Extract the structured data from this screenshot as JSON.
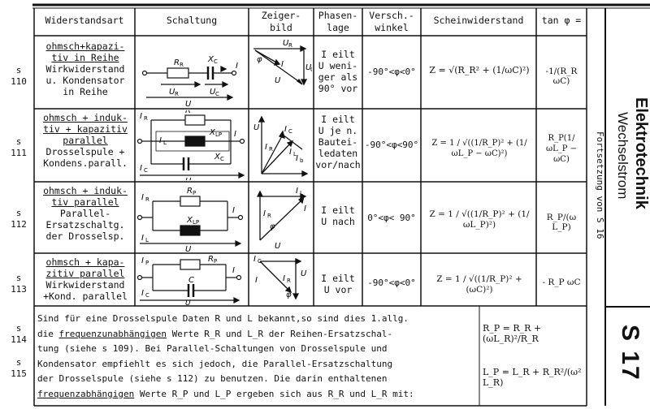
{
  "headers": {
    "art": "Widerstandsart",
    "schaltung": "Schaltung",
    "zeiger": "Zeiger-\nbild",
    "phasen": "Phasen-\nlage",
    "versch": "Versch.-\nwinkel",
    "schein": "Scheinwiderstand",
    "tan": "tan φ ="
  },
  "rows": [
    {
      "sec": "s",
      "num": "110",
      "art_ul": "ohmsch+kapazi-\ntiv in Reihe",
      "art_rest": "Wirkwiderstand\nu. Kondensator\nin Reihe",
      "phase": "I eilt\nU weni-\nger als\n90° vor",
      "winkel": "-90°<φ<0°",
      "schein": "Z = √(R_R² + (1/ωC)²)",
      "tan": "-1/(R_R ωC)"
    },
    {
      "sec": "s",
      "num": "111",
      "art_ul": "ohmsch + induk-\ntiv + kapazitiv\nparallel",
      "art_rest": "Drosselspule +\nKondens.parall.",
      "phase": "I eilt\nU je n.\nBautei-\nledaten\nvor/nach",
      "winkel": "-90°<φ<90°",
      "schein": "Z = 1 / √((1/R_P)² + (1/ωL_P − ωC)²)",
      "tan": "R_P(1/ωL_P − ωC)"
    },
    {
      "sec": "s",
      "num": "112",
      "art_ul": "ohmsch + induk-\ntiv parallel",
      "art_rest": "Parallel-\nErsatzschaltg.\nder Drosselsp.",
      "phase": "I eilt\nU nach",
      "winkel": "0°<φ< 90°",
      "schein": "Z = 1 / √((1/R_P)² + (1/ωL_P)²)",
      "tan": "R_P/(ω L_P)"
    },
    {
      "sec": "s",
      "num": "113",
      "art_ul": "ohmsch + kapa-\nzitiv parallel",
      "art_rest": "Wirkwiderstand\n+Kond. parallel",
      "phase": "I eilt\nU vor",
      "winkel": "-90°<φ<0°",
      "schein": "Z = 1 / √((1/R_P)² + (ωC)²)",
      "tan": "- R_P ωC"
    }
  ],
  "bottom": {
    "sec114": "s",
    "num114": "114",
    "sec115": "s",
    "num115": "115",
    "line1": "Sind für eine Drosselspule Daten R und L bekannt,so sind dies 1.allg.",
    "line2a": "die ",
    "line2u": "frequenzunabhängigen",
    "line2b": " Werte R_R und L_R der Reihen-Ersatzschal-",
    "line3": "tung (siehe s 109). Bei Parallel-Schaltungen von Drosselspule und",
    "line4": "Kondensator empfiehlt es sich jedoch, die Parallel-Ersatzschaltung",
    "line5": "der Drosselspule (siehe s 112) zu benutzen. Die darin enthaltenen",
    "line6u": "frequenzabhängigen",
    "line6b": " Werte R_P und L_P ergeben sich aus R_R und L_R mit:",
    "formula1": "R_P = R_R + (ωL_R)²/R_R",
    "formula2": "L_P = L_R + R_R²/(ω² L_R)"
  },
  "side": {
    "title": "Elektrotechnik",
    "subtitle": "Wechselstrom",
    "fortsetzung": "Fortsetzung von S 16",
    "page": "S 17"
  }
}
